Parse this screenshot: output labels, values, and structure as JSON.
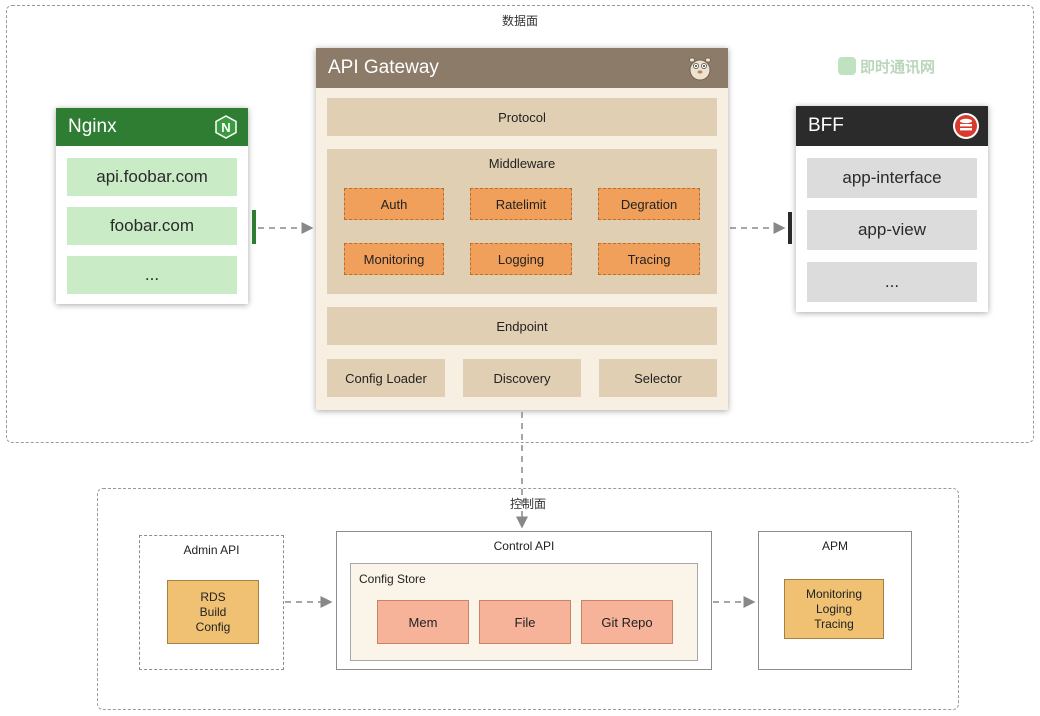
{
  "data_plane": {
    "label": "数据面",
    "nginx": {
      "title": "Nginx",
      "icon_letter": "N",
      "items": [
        "api.foobar.com",
        "foobar.com",
        "..."
      ]
    },
    "gateway": {
      "title": "API Gateway",
      "protocol": "Protocol",
      "middleware": {
        "title": "Middleware",
        "items": [
          "Auth",
          "Ratelimit",
          "Degration",
          "Monitoring",
          "Logging",
          "Tracing"
        ]
      },
      "endpoint": "Endpoint",
      "bottom": [
        "Config Loader",
        "Discovery",
        "Selector"
      ]
    },
    "bff": {
      "title": "BFF",
      "items": [
        "app-interface",
        "app-view",
        "..."
      ]
    },
    "watermark": {
      "text": "即时通讯网"
    }
  },
  "control_plane": {
    "label": "控制面",
    "admin_api": {
      "title": "Admin API",
      "box_lines": [
        "RDS",
        "Build",
        "Config"
      ]
    },
    "control_api": {
      "title": "Control API",
      "config_store": {
        "title": "Config Store",
        "items": [
          "Mem",
          "File",
          "Git Repo"
        ]
      }
    },
    "apm": {
      "title": "APM",
      "box_lines": [
        "Monitoring",
        "Loging",
        "Tracing"
      ]
    }
  },
  "colors": {
    "nginx_header": "#2e7d33",
    "gateway_header": "#8b7b68",
    "bff_header": "#2b2b2b",
    "middleware_item": "#f0a05a",
    "store_item": "#f6b39a",
    "apm_item": "#f0c173"
  }
}
